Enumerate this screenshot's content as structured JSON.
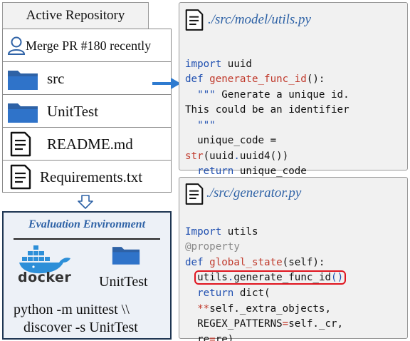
{
  "repo": {
    "tab_label": "Active Repository",
    "items": [
      {
        "label": "Merge PR #180 recently",
        "icon": "user-icon"
      },
      {
        "label": "src",
        "icon": "folder-icon"
      },
      {
        "label": "UnitTest",
        "icon": "folder-icon"
      },
      {
        "label": "README.md",
        "icon": "document-icon"
      },
      {
        "label": "Requirements.txt",
        "icon": "document-icon"
      }
    ]
  },
  "environment": {
    "title": "Evaluation Environment",
    "docker_label": "docker",
    "folder_label": "UnitTest",
    "command_line1": "python -m unittest \\\\",
    "command_line2": "discover -s UnitTest"
  },
  "file1": {
    "path": "./src/model/utils.py",
    "lines": [
      [
        "import",
        " uuid"
      ],
      [
        "def",
        " ",
        "generate_func_id",
        "():"
      ],
      [
        "  ",
        "\"\"\"",
        " Generate a unique id."
      ],
      [
        "This could be an identifier"
      ],
      [
        "  ",
        "\"\"\""
      ],
      [
        "  unique_code ="
      ],
      [
        "str",
        "(uuid",
        ".",
        "uuid4",
        "())"
      ],
      [
        "  ",
        "return",
        " unique_code"
      ]
    ]
  },
  "file2": {
    "path": "./src/generator.py",
    "lines": [
      [
        "Import",
        " utils"
      ],
      [
        "@property"
      ],
      [
        "def",
        " ",
        "global_state",
        "(self):"
      ],
      [
        "utils",
        ".",
        "generate_func_id",
        "()"
      ],
      [
        "  ",
        "return",
        " dict("
      ],
      [
        "  ",
        "**",
        "self._extra_objects,"
      ],
      [
        "  REGEX_PATTERNS",
        "=",
        "self._cr,"
      ],
      [
        "  re",
        "=",
        "re)"
      ]
    ]
  },
  "colors": {
    "keyword": "#1f4fb0",
    "function": "#c0392b",
    "path": "#2e62a6",
    "highlight": "#e0141e",
    "env_border": "#1f3653"
  }
}
